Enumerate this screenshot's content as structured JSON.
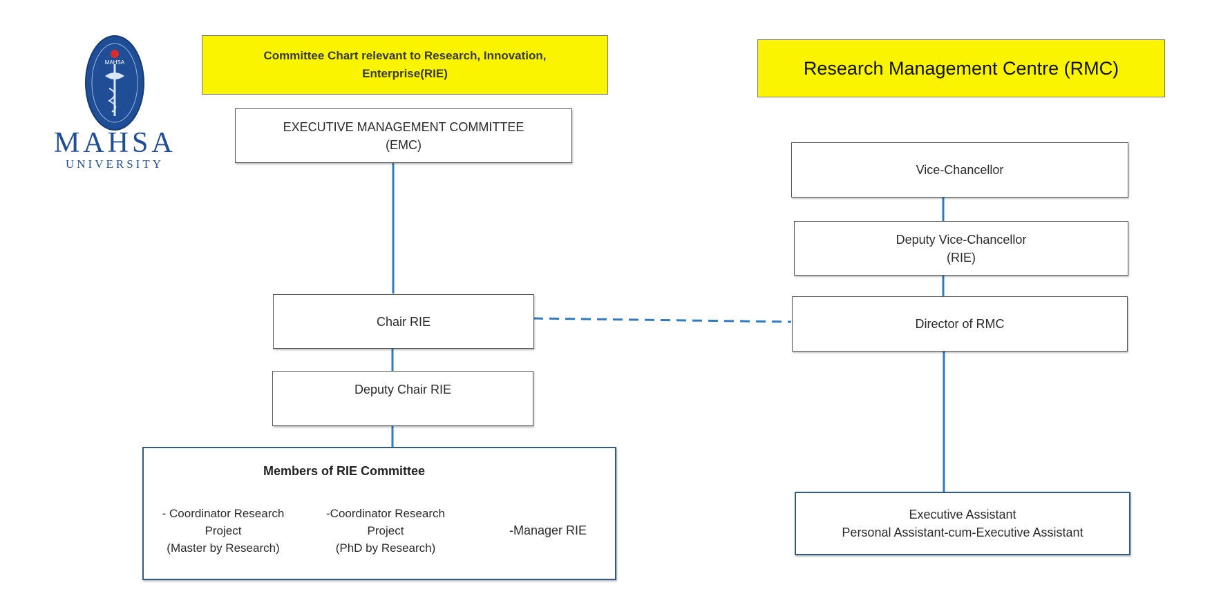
{
  "logo": {
    "emblem_text": "MAHSA",
    "wordmark": "MAHSA",
    "subword": "UNIVERSITY"
  },
  "headers": {
    "left_line1": "Committee Chart relevant to Research, Innovation,",
    "left_line2": "Enterprise(RIE)",
    "right": "Research Management Centre (RMC)"
  },
  "left_chart": {
    "emc_line1": "EXECUTIVE MANAGEMENT COMMITTEE",
    "emc_line2": "(EMC)",
    "chair": "Chair RIE",
    "deputy_chair": "Deputy Chair RIE",
    "members": {
      "title": "Members of RIE Committee",
      "col1": [
        "- Coordinator Research",
        "Project",
        "(Master by Research)"
      ],
      "col2": [
        "-Coordinator Research",
        "Project",
        "(PhD by Research)"
      ],
      "col3": "-Manager RIE"
    }
  },
  "right_chart": {
    "vc": "Vice-Chancellor",
    "dvc_line1": "Deputy Vice-Chancellor",
    "dvc_line2": "(RIE)",
    "director": "Director of RMC",
    "ea_line1": "Executive Assistant",
    "ea_line2": "Personal Assistant-cum-Executive Assistant"
  },
  "colors": {
    "yellow": "#fbf400",
    "connector": "#2f7cc4",
    "border_blue": "#2f5a86",
    "logo_blue": "#1f4e96"
  }
}
